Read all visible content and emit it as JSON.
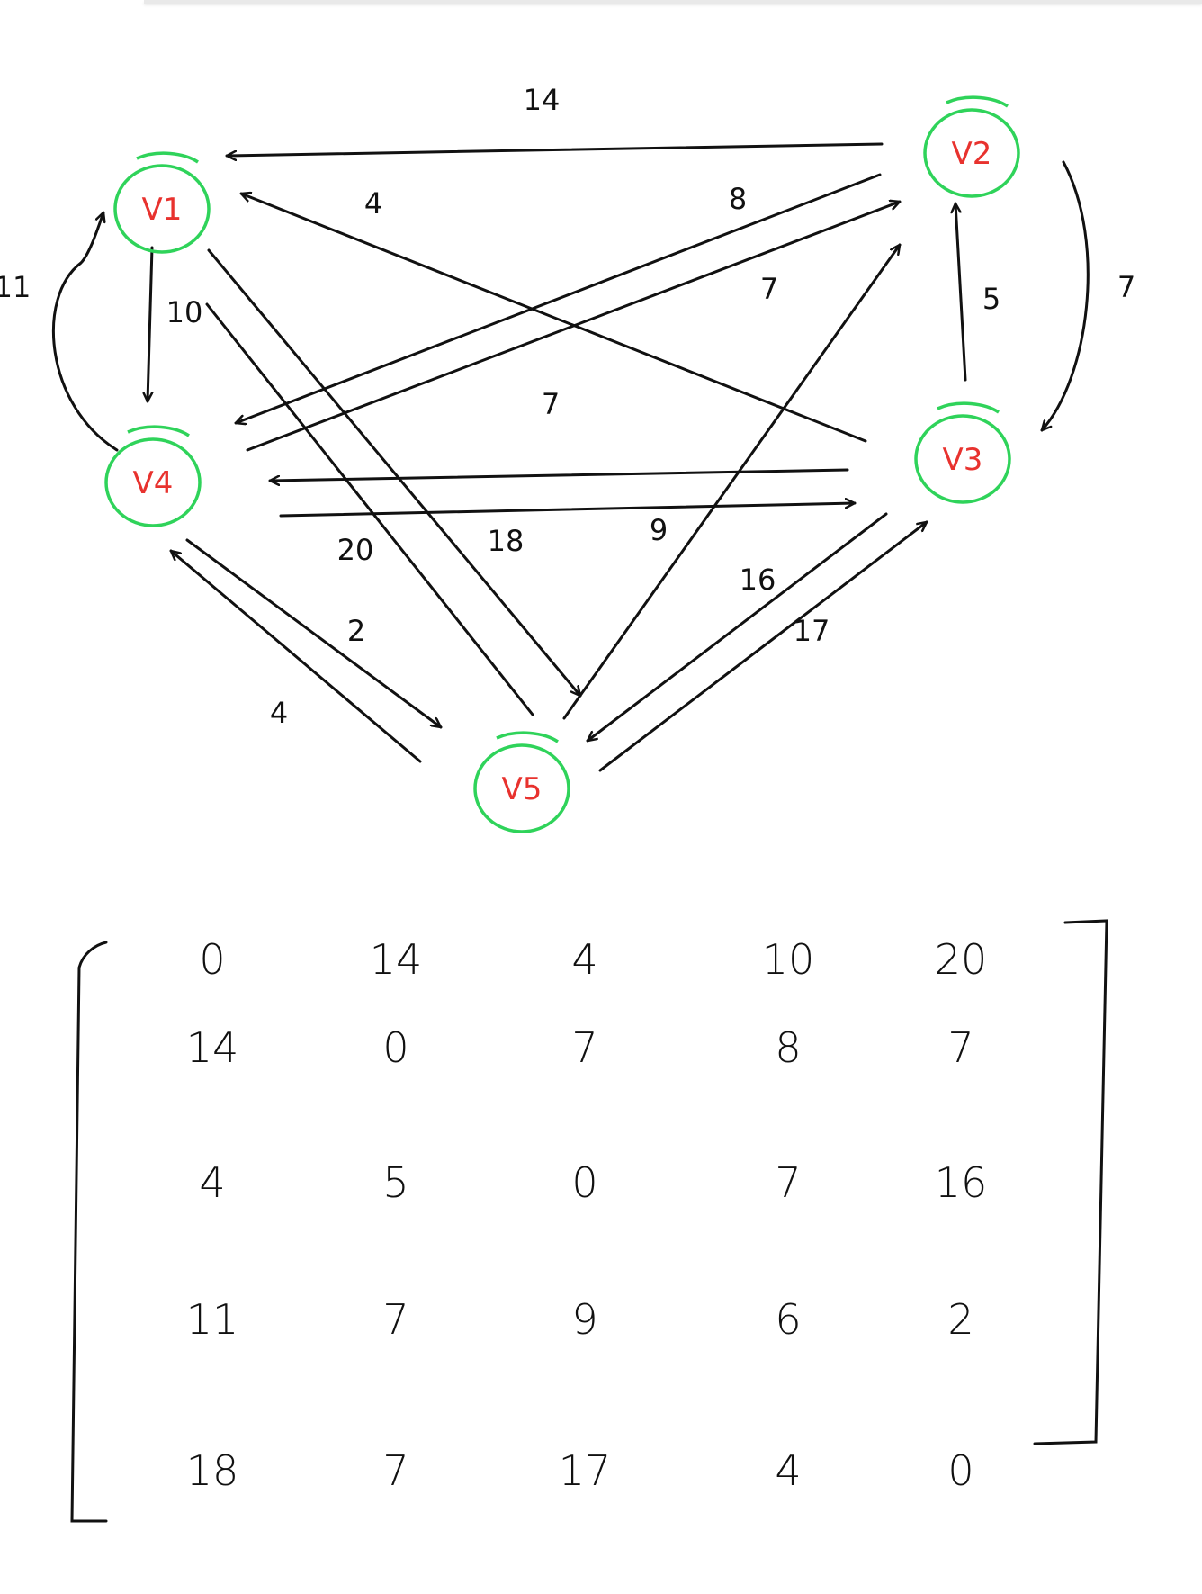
{
  "nodes": [
    {
      "id": "v1",
      "label": "V1"
    },
    {
      "id": "v2",
      "label": "V2"
    },
    {
      "id": "v3",
      "label": "V3"
    },
    {
      "id": "v4",
      "label": "V4"
    },
    {
      "id": "v5",
      "label": "V5"
    }
  ],
  "edges": [
    {
      "from": "v2",
      "to": "v1",
      "weight": "14"
    },
    {
      "from": "v3",
      "to": "v1",
      "weight": "4"
    },
    {
      "from": "v2",
      "to": "v4",
      "weight": "8"
    },
    {
      "from": "v4",
      "to": "v2",
      "weight": "7"
    },
    {
      "from": "v3",
      "to": "v2",
      "weight": "5"
    },
    {
      "from": "v2",
      "to": "v3",
      "weight": "7"
    },
    {
      "from": "v1",
      "to": "v4",
      "weight": "10"
    },
    {
      "from": "v4",
      "to": "v1",
      "weight": "11"
    },
    {
      "from": "v3",
      "to": "v4",
      "weight": "7"
    },
    {
      "from": "v4",
      "to": "v3",
      "weight": "20"
    },
    {
      "from": "v1",
      "to": "v5",
      "weight": "18"
    },
    {
      "from": "v5",
      "to": "v2",
      "weight": "9"
    },
    {
      "from": "v3",
      "to": "v5",
      "weight": "16"
    },
    {
      "from": "v5",
      "to": "v3",
      "weight": "17"
    },
    {
      "from": "v4",
      "to": "v5",
      "weight": "2"
    },
    {
      "from": "v5",
      "to": "v4",
      "weight": "4"
    }
  ],
  "matrix": [
    [
      "0",
      "14",
      "4",
      "10",
      "20"
    ],
    [
      "14",
      "0",
      "7",
      "8",
      "7"
    ],
    [
      "4",
      "5",
      "0",
      "7",
      "16"
    ],
    [
      "11",
      "7",
      "9",
      "6",
      "2"
    ],
    [
      "18",
      "7",
      "17",
      "4",
      "0"
    ]
  ],
  "colors": {
    "node_ring": "#2fd35a",
    "node_label": "#e8322e",
    "ink": "#111111"
  }
}
